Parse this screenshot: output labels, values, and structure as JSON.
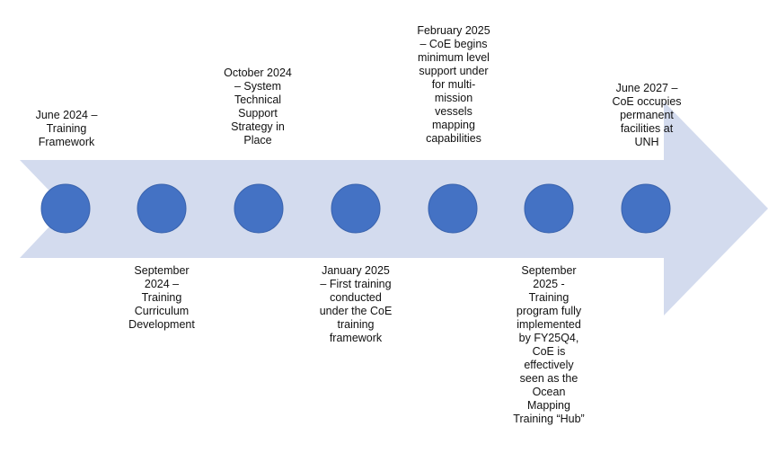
{
  "timeline": {
    "colors": {
      "arrow": "#d3dbee",
      "marker_fill": "#4472c4",
      "marker_stroke": "#3a63ad",
      "text": "#111111"
    },
    "events": [
      {
        "label": "June 2024 –\nTraining\nFramework",
        "position": "above"
      },
      {
        "label": "September\n2024 –\nTraining\nCurriculum\nDevelopment",
        "position": "below"
      },
      {
        "label": "October 2024\n– System\nTechnical\nSupport\nStrategy in\nPlace",
        "position": "above"
      },
      {
        "label": "January 2025\n– First training\nconducted\nunder the CoE\ntraining\nframework",
        "position": "below"
      },
      {
        "label": "February 2025\n– CoE begins\nminimum level\nsupport under\nfor multi-\nmission\nvessels\nmapping\ncapabilities",
        "position": "above"
      },
      {
        "label": "September\n2025 -\nTraining\nprogram fully\nimplemented\nby FY25Q4,\nCoE is\neffectively\nseen as the\nOcean\nMapping\nTraining “Hub”",
        "position": "below"
      },
      {
        "label": "June 2027 –\nCoE occupies\npermanent\nfacilities at\nUNH",
        "position": "above"
      }
    ]
  }
}
